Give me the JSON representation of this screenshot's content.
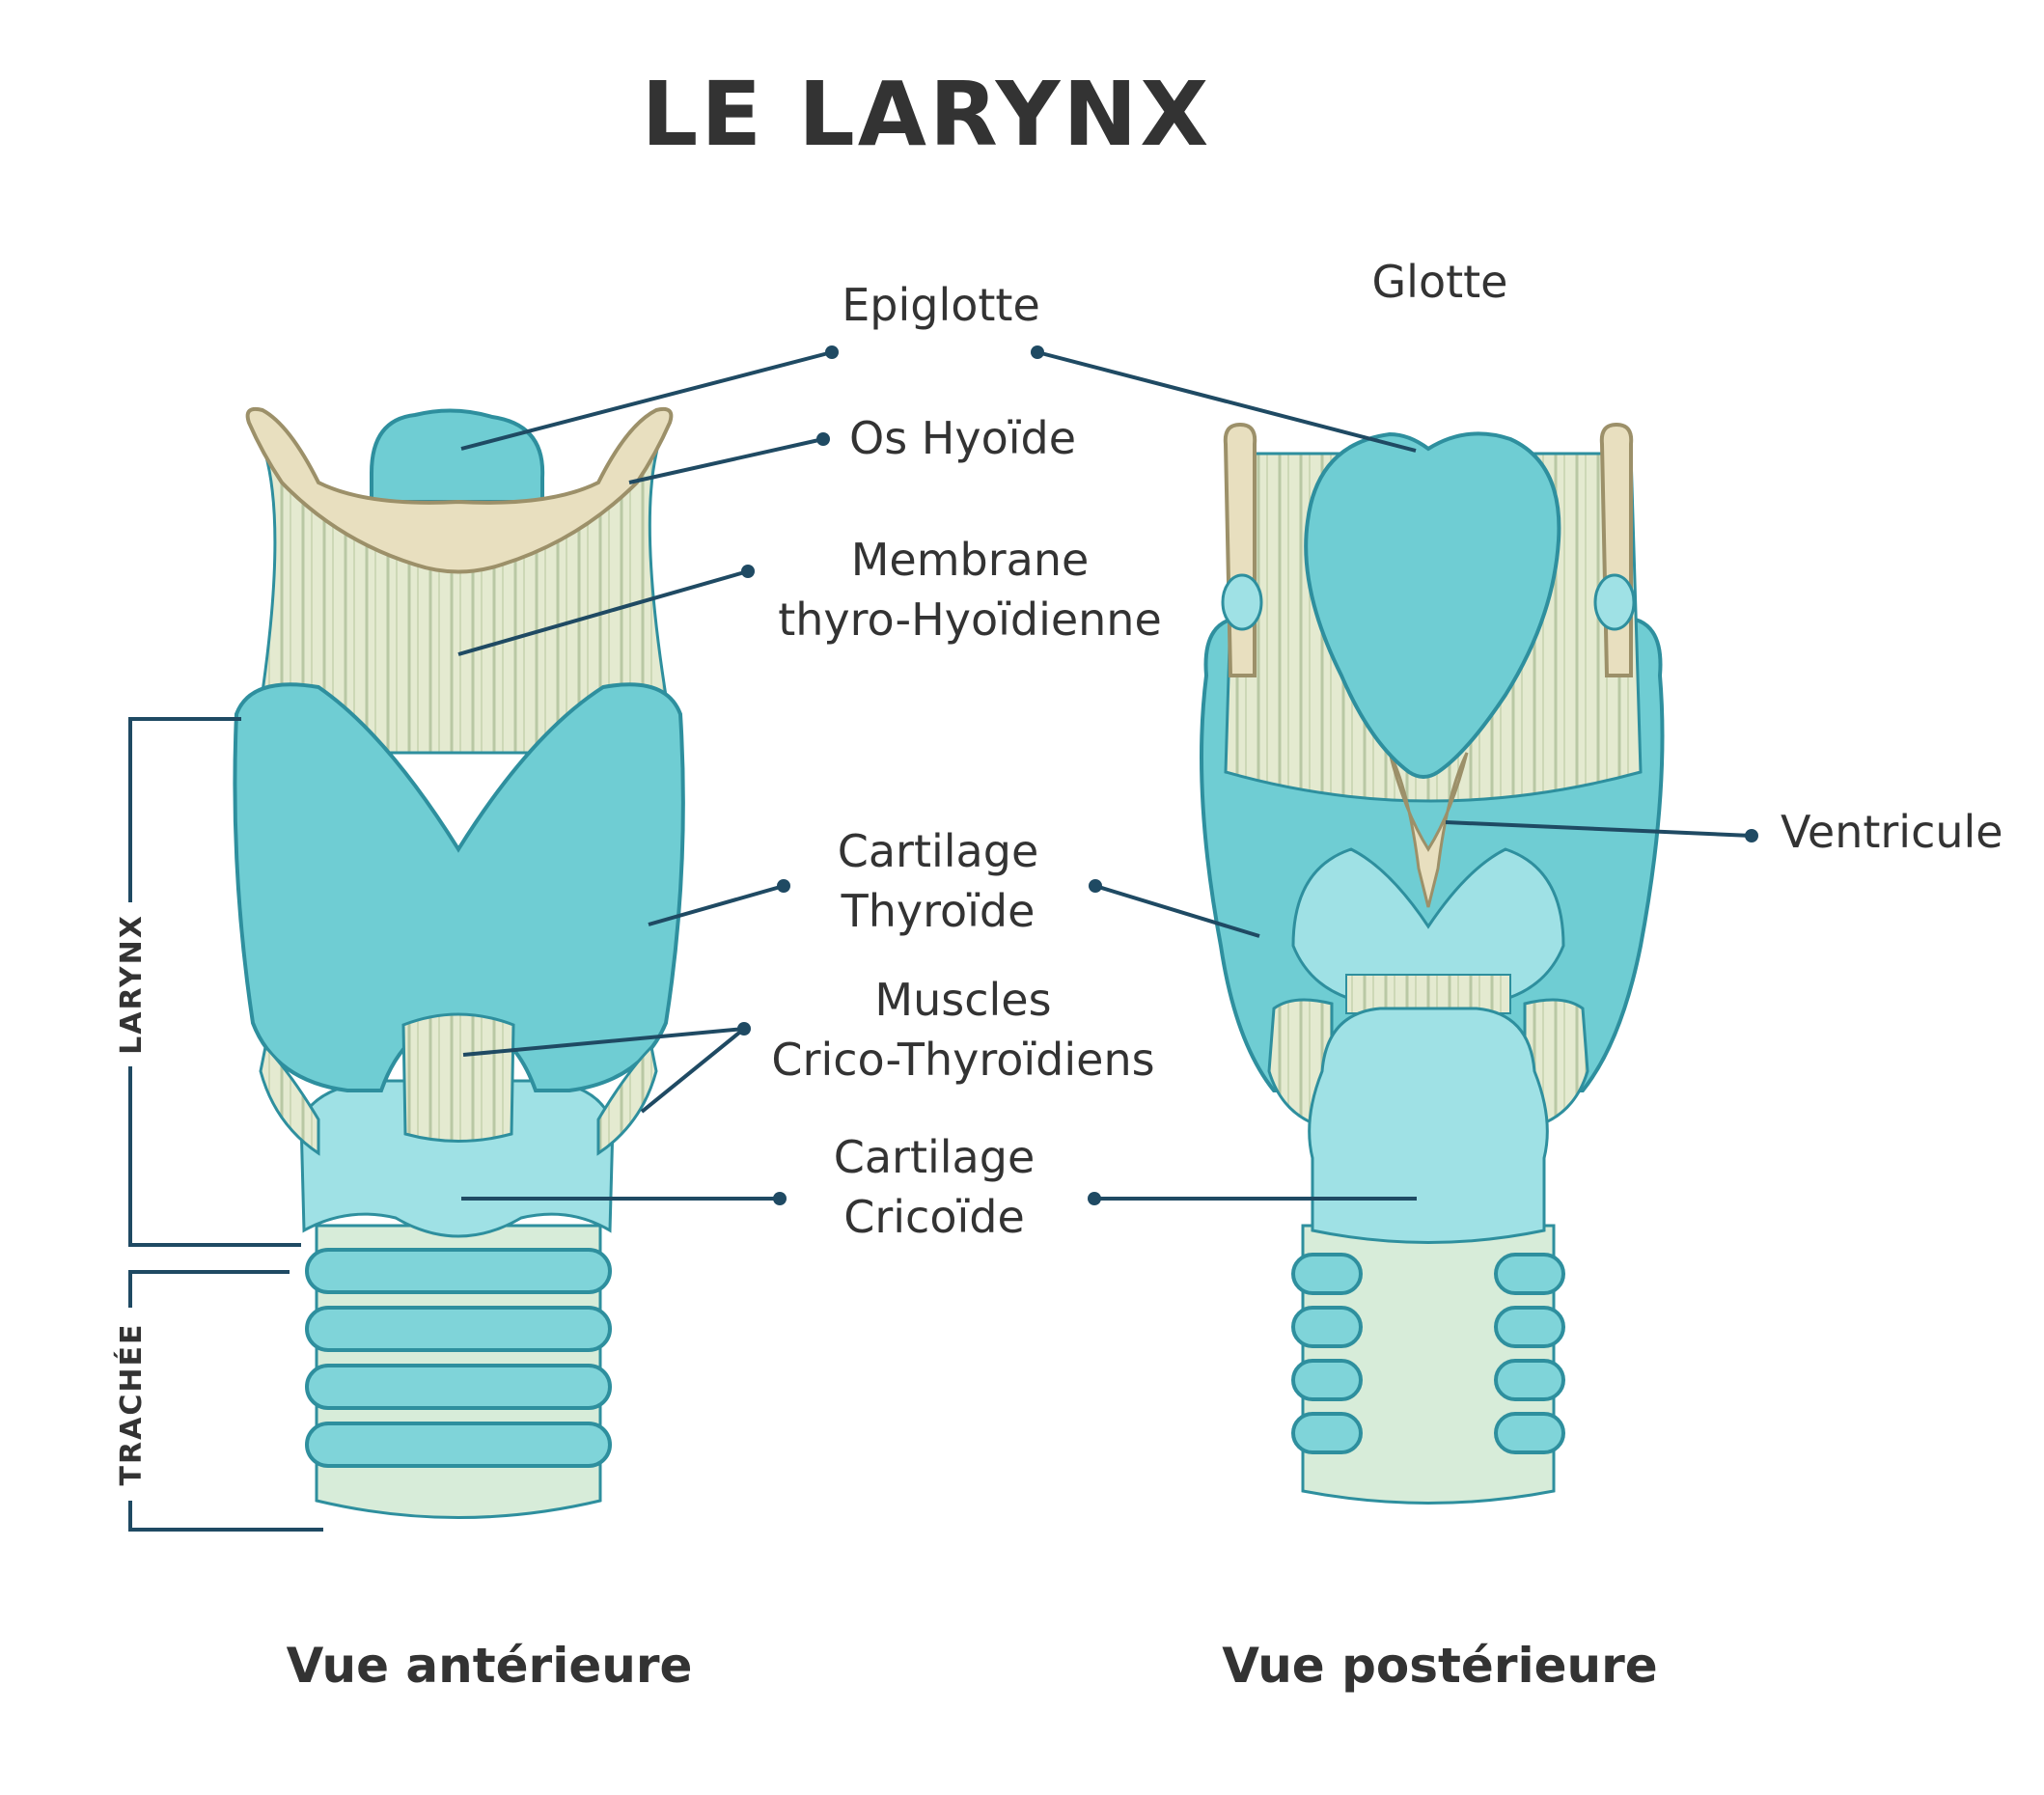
{
  "title": "LE LARYNX",
  "labels": {
    "epiglotte": "Epiglotte",
    "glotte": "Glotte",
    "os_hyoide": "Os Hyoïde",
    "membrane_line1": "Membrane",
    "membrane_line2": "thyro-Hyoïdienne",
    "ventricule": "Ventricule",
    "cartilage_thyroide_line1": "Cartilage",
    "cartilage_thyroide_line2": "Thyroïde",
    "muscles_line1": "Muscles",
    "muscles_line2": "Crico-Thyroïdiens",
    "cartilage_cricoide_line1": "Cartilage",
    "cartilage_cricoide_line2": "Cricoïde"
  },
  "brackets": {
    "larynx": "LARYNX",
    "trachee": "TRACHÉE"
  },
  "captions": {
    "anterior": "Vue antérieure",
    "posterior": "Vue postérieure"
  },
  "colors": {
    "cartilage": "#6fcdd3",
    "cartilage_outline": "#2e8f9e",
    "bone": "#e8dfbf",
    "membrane": "#e4ead0",
    "leader_line": "#1f4a63",
    "text": "#333333"
  }
}
